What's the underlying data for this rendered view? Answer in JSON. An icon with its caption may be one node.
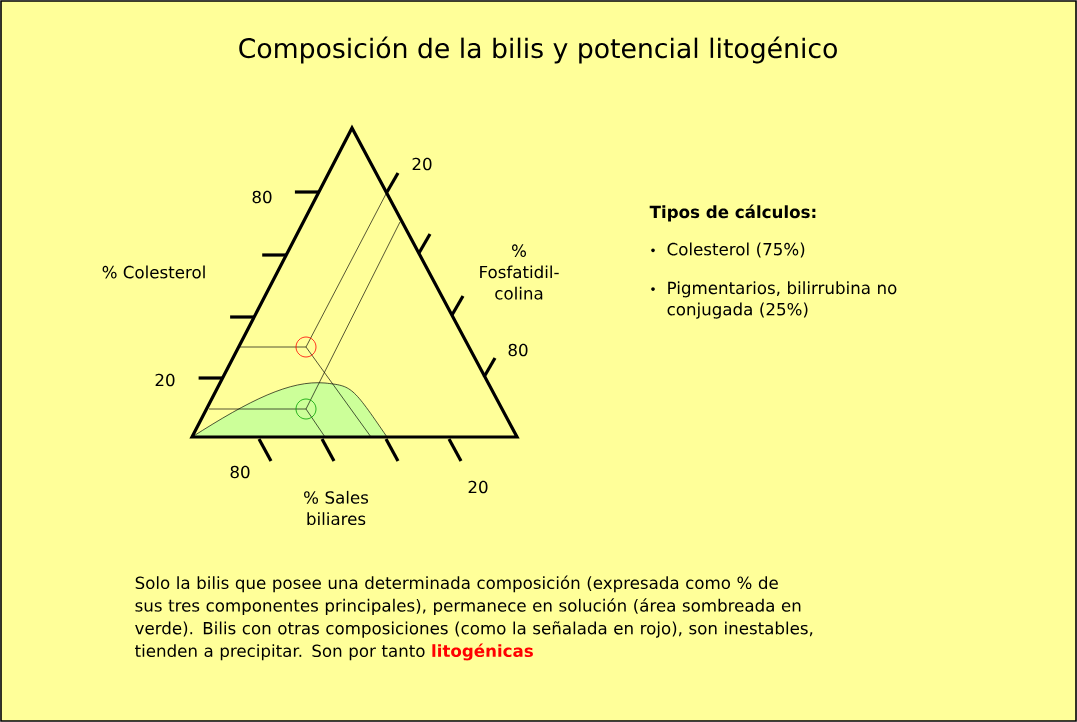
{
  "diagram": {
    "title": "Composición de la bilis y potencial litogénico",
    "labels": [
      "80",
      "% Colesterol",
      "20",
      "20",
      "% Fosfatidil-colina",
      "80",
      "80",
      "% Sales biliares",
      "20",
      "Tipos de cálculos:",
      "Colesterol (75%)",
      "Pigmentarios, bilirrubina no conjugada (25%)",
      "Solo la bilis que posee una determinada composición (expresada como % de sus tres componentes principales), permanece en solución (área sombreada en verde). Bilis con otras composiciones (como la señalada en rojo), son inestables, tienden a precipitar. Son por tanto **litogénicas**"
    ]
  }
}
